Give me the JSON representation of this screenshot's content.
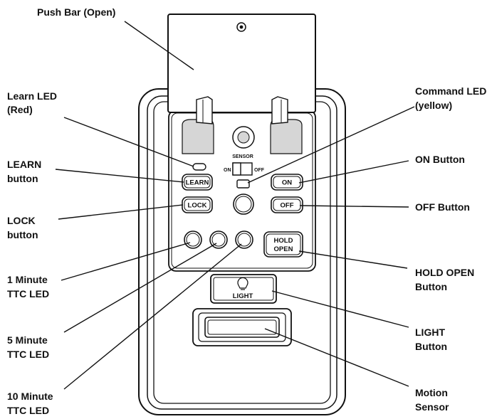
{
  "callouts": {
    "push_bar": "Push Bar (Open)",
    "learn_led": [
      "Learn LED",
      "(Red)"
    ],
    "learn_button": [
      "LEARN",
      "button"
    ],
    "lock_button": [
      "LOCK",
      "button"
    ],
    "ttc_1": [
      "1 Minute",
      "TTC LED"
    ],
    "ttc_5": [
      "5 Minute",
      "TTC LED"
    ],
    "ttc_10": [
      "10 Minute",
      "TTC LED"
    ],
    "command_led": [
      "Command LED",
      "(yellow)"
    ],
    "on_button": "ON Button",
    "off_button": "OFF Button",
    "hold_open_button": [
      "HOLD OPEN",
      "Button"
    ],
    "light_button": [
      "LIGHT",
      "Button"
    ],
    "motion_sensor": [
      "Motion",
      "Sensor"
    ]
  },
  "device": {
    "learn": "LEARN",
    "lock": "LOCK",
    "on": "ON",
    "off": "OFF",
    "hold": "HOLD",
    "open": "OPEN",
    "light": "LIGHT",
    "sensor": "SENSOR",
    "sensor_on": "ON",
    "sensor_off": "OFF"
  },
  "colors": {
    "hinge_gray": "#d6d6d6",
    "line": "#111111"
  }
}
